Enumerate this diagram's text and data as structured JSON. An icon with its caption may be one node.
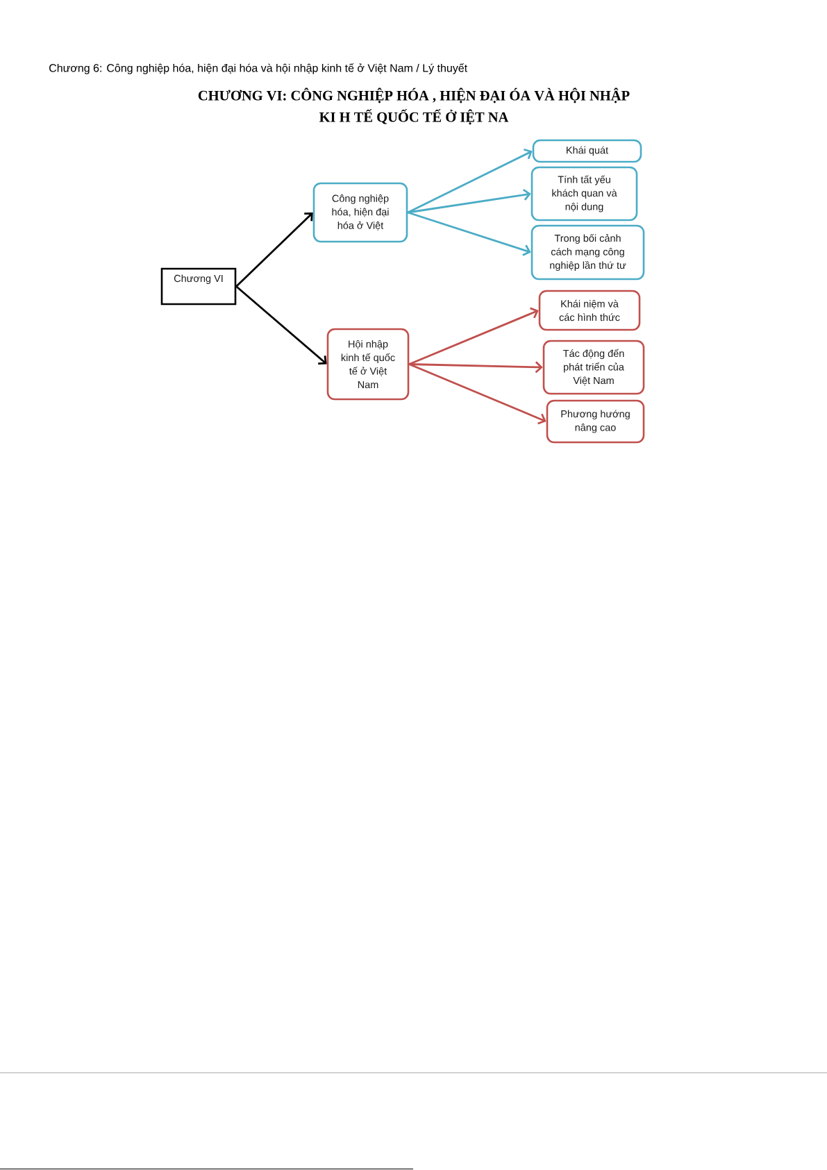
{
  "diagram": {
    "title": "CHƯƠNG VI: CÔNG NGHIỆP HÓA , HIỆN ĐẠI ÓA VÀ HỘI NHẬP KI H TẾ QUỐC TẾ Ở IỆT NA",
    "nodes": [
      {
        "text": [
          "Chương VI"
        ]
      },
      {
        "text": [
          "Công nghiệp hóa, hiện đại hóa ở Việt"
        ]
      },
      {
        "text": [
          "Khái quát"
        ]
      },
      {
        "text": [
          "Tính tất yếu khách quan và nội dung"
        ]
      },
      {
        "text": [
          "Trong bối cảnh cách mạng công nghiệp lần thứ tư"
        ]
      },
      {
        "text": [
          "Hội nhập kinh tế quốc tế ở Việt Nam"
        ]
      },
      {
        "text": [
          "Khái niệm và các hình thức"
        ]
      },
      {
        "text": [
          "Tác động đến phát triển của Việt Nam"
        ]
      },
      {
        "text": [
          "Phương hướng nâng cao"
        ]
      }
    ],
    "edges": [
      {
        "from": 0,
        "to": 1,
        "arrow": "to",
        "color": "#000000"
      },
      {
        "from": 0,
        "to": 5,
        "arrow": "to",
        "color": "#000000"
      },
      {
        "from": 1,
        "to": 2,
        "arrow": "to",
        "color": "#4bacc6"
      },
      {
        "from": 1,
        "to": 3,
        "arrow": "to",
        "color": "#4bacc6"
      },
      {
        "from": 1,
        "to": 4,
        "arrow": "to",
        "color": "#4bacc6"
      },
      {
        "from": 5,
        "to": 6,
        "arrow": "to",
        "color": "#c0504d"
      },
      {
        "from": 5,
        "to": 7,
        "arrow": "to",
        "color": "#c0504d"
      },
      {
        "from": 5,
        "to": 8,
        "arrow": "to",
        "color": "#c0504d"
      }
    ],
    "labels": [
      "Chương 6: Công nghiệp hóa, hiện đại hóa và hội nhập kinh tế ở Việt Nam / Lý thuyết"
    ]
  }
}
